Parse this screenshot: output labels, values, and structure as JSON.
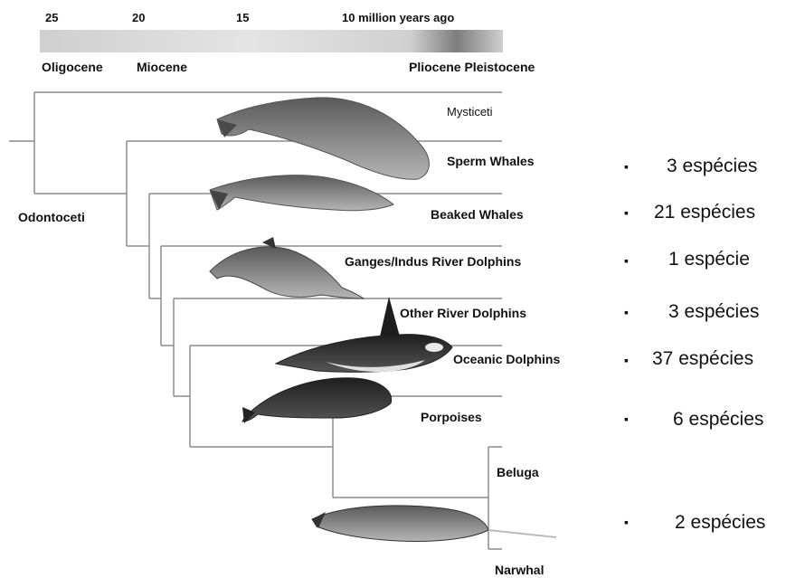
{
  "timescale": {
    "ticks": [
      "25",
      "20",
      "15",
      "10 million years ago"
    ],
    "epochs": [
      "Oligocene",
      "Miocene",
      "Pliocene Pleistocene"
    ]
  },
  "clades": {
    "root_label": "Odontoceti",
    "taxa": [
      "Mysticeti",
      "Sperm Whales",
      "Beaked Whales",
      "Ganges/Indus River Dolphins",
      "Other River Dolphins",
      "Oceanic Dolphins",
      "Porpoises",
      "Beluga",
      "Narwhal"
    ]
  },
  "species_counts": [
    {
      "text": "3 espécies",
      "bullet": "▪"
    },
    {
      "text": "21 espécies",
      "bullet": "▪"
    },
    {
      "text": "1 espécie",
      "bullet": "▪"
    },
    {
      "text": "3 espécies",
      "bullet": "▪"
    },
    {
      "text": "37 espécies",
      "bullet": "▪"
    },
    {
      "text": "6 espécies",
      "bullet": "▪"
    },
    {
      "text": "2 espécies",
      "bullet": "▪"
    }
  ],
  "illustrations": [
    "sperm-whale-illustration",
    "beaked-whale-illustration",
    "river-dolphin-illustration",
    "orca-illustration",
    "porpoise-illustration",
    "narwhal-illustration"
  ],
  "colors": {
    "line": "#8c8c8c",
    "text": "#111111",
    "bar_light": "#e8e8e8",
    "bar_dark": "#7a7a7a"
  }
}
